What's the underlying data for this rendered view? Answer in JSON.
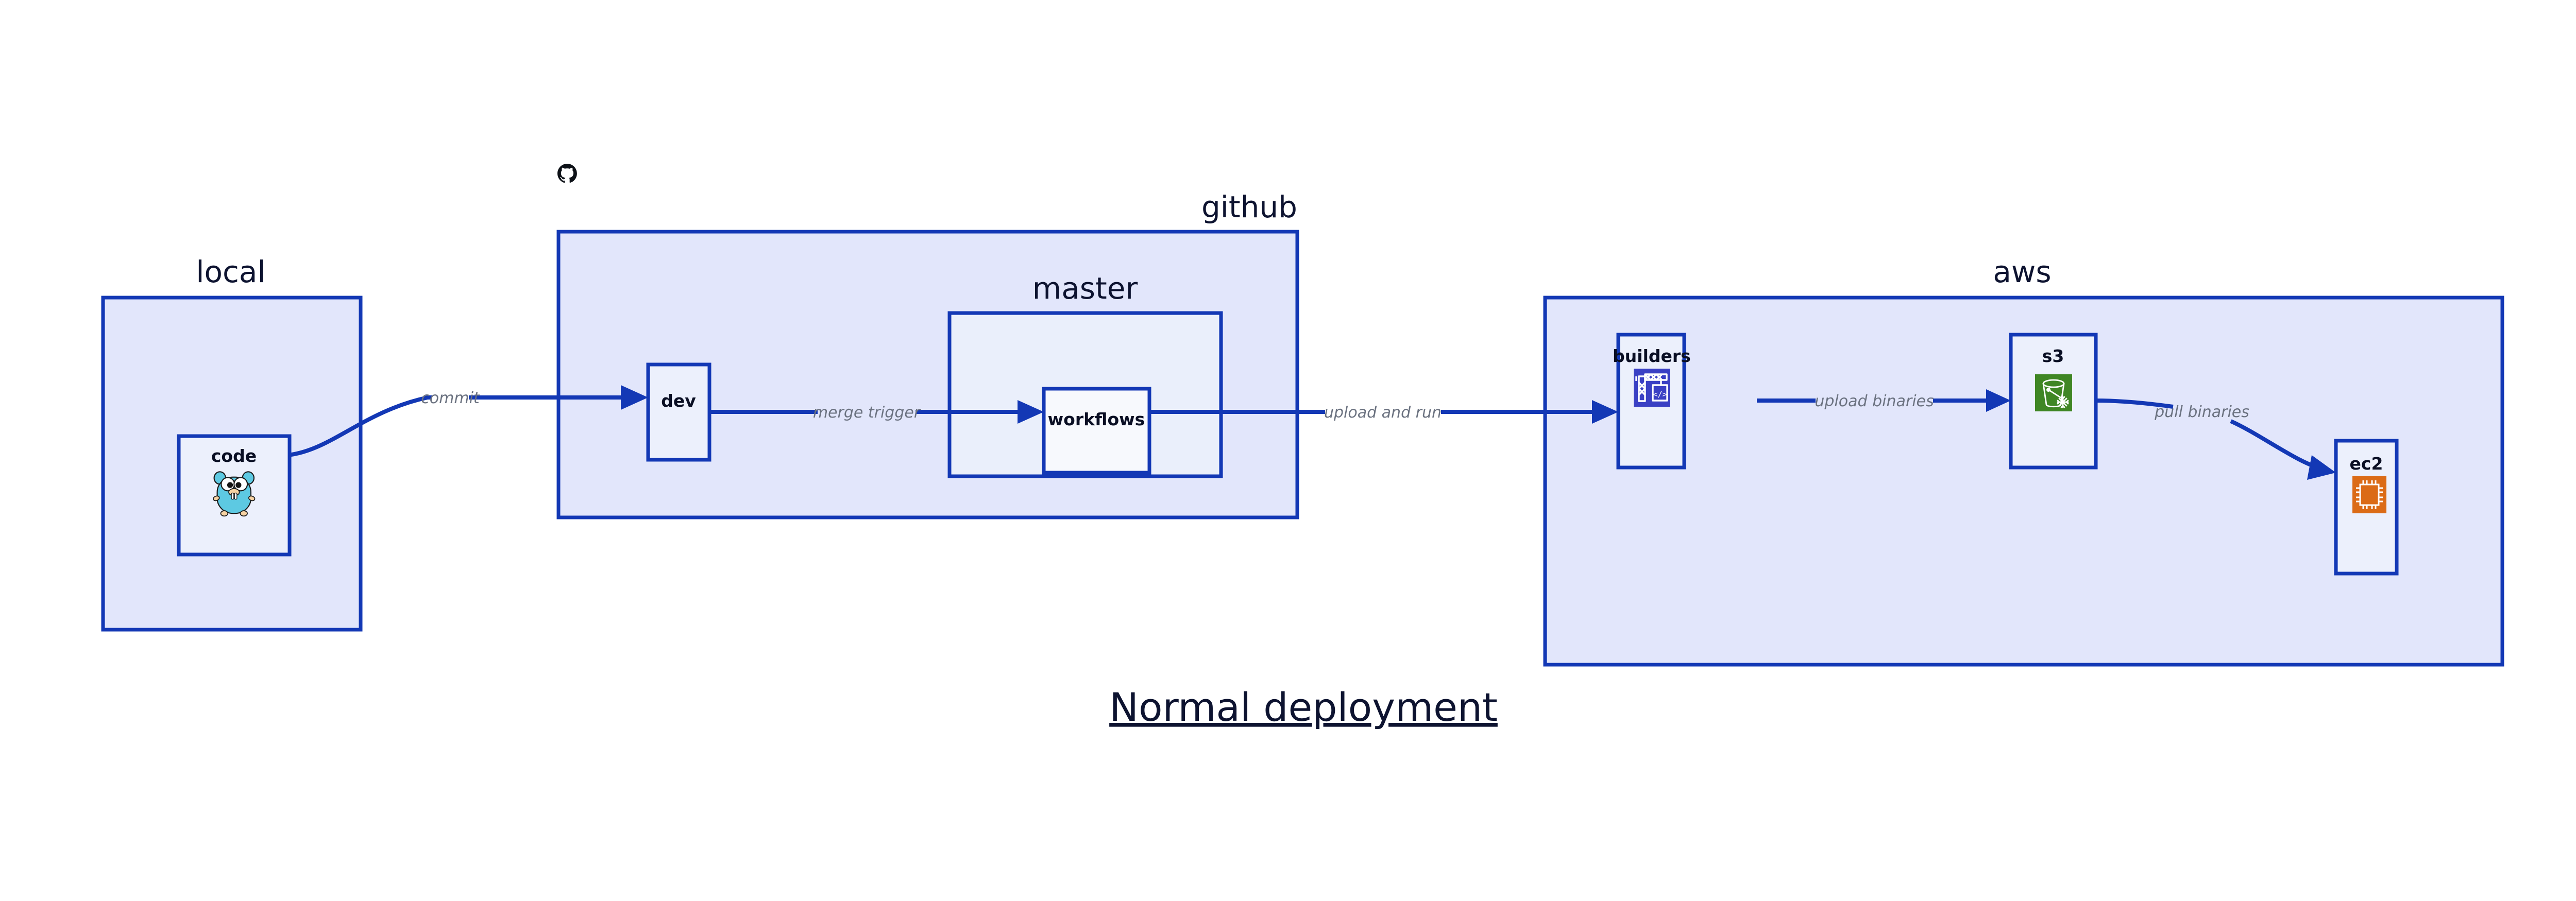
{
  "diagram": {
    "title": "Normal deployment",
    "groups": [
      {
        "id": "local",
        "label": "local"
      },
      {
        "id": "github",
        "label": "github"
      },
      {
        "id": "master",
        "label": "master"
      },
      {
        "id": "aws",
        "label": "aws"
      }
    ],
    "nodes": [
      {
        "id": "code",
        "label": "code",
        "icon": "go-gopher-icon",
        "icon_color": "#5DC9E2"
      },
      {
        "id": "dev",
        "label": "dev",
        "icon": null,
        "icon_color": null
      },
      {
        "id": "workflows",
        "label": "workflows",
        "icon": null,
        "icon_color": null
      },
      {
        "id": "builders",
        "label": "builders",
        "icon": "aws-codebuild-icon",
        "icon_color": "#3A40C4"
      },
      {
        "id": "s3",
        "label": "s3",
        "icon": "aws-s3-glacier-icon",
        "icon_color": "#3F8624"
      },
      {
        "id": "ec2",
        "label": "ec2",
        "icon": "aws-ec2-icon",
        "icon_color": "#DB6B16"
      }
    ],
    "edges": [
      {
        "id": "commit",
        "from": "code",
        "to": "dev",
        "label": "commit"
      },
      {
        "id": "merge-trigger",
        "from": "dev",
        "to": "workflows",
        "label": "merge trigger"
      },
      {
        "id": "upload-and-run",
        "from": "workflows",
        "to": "builders",
        "label": "upload and run"
      },
      {
        "id": "upload-binaries",
        "from": "builders",
        "to": "s3",
        "label": "upload binaries"
      },
      {
        "id": "pull-binaries",
        "from": "s3",
        "to": "ec2",
        "label": "pull binaries"
      }
    ],
    "logos": [
      {
        "id": "github-logo",
        "name": "github-mark-icon",
        "color": "#0D1117"
      }
    ],
    "colors": {
      "group_fill": "#E2E6FB",
      "subgroup_fill": "#EAEFFB",
      "node_fill": "#ECF0FC",
      "node_fill_light": "#F7F9FD",
      "stroke": "#1338B5",
      "edge_label": "#6B7280",
      "text": "#0D1330",
      "background": "#FFFFFF"
    }
  }
}
